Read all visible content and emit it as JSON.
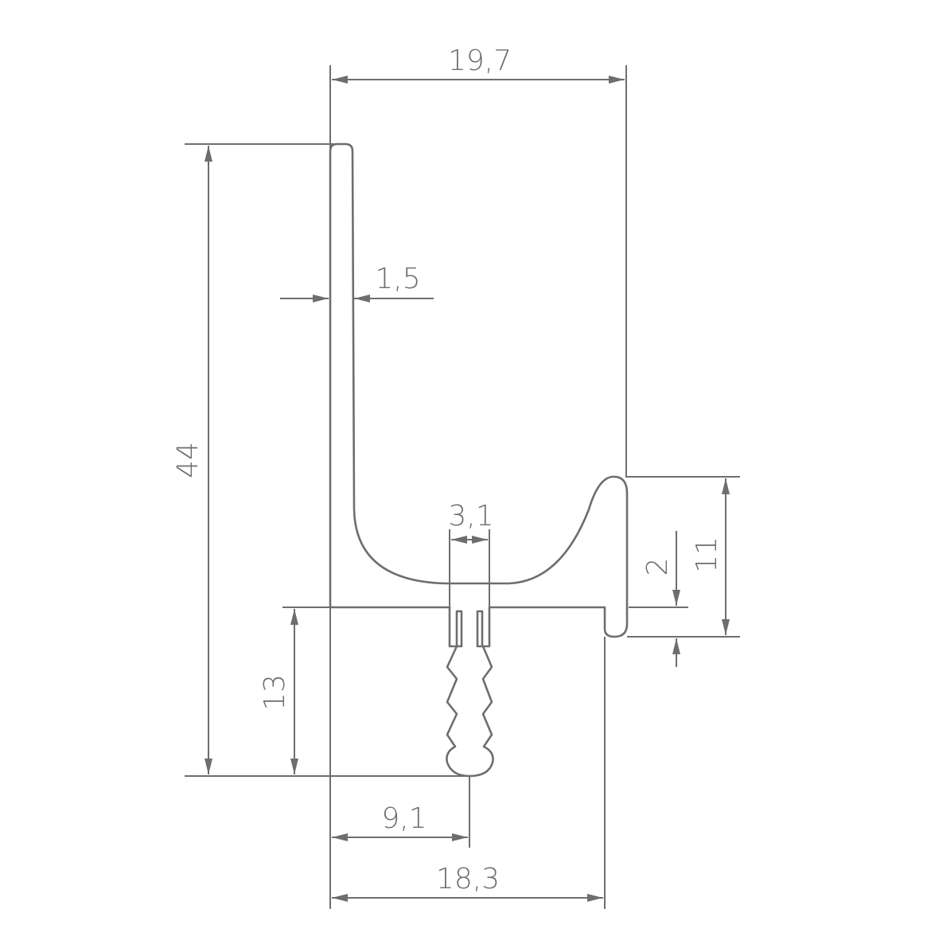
{
  "drawing": {
    "title": "",
    "colors": {
      "line": "#6e6e70",
      "background": "#ffffff"
    },
    "dimensions": {
      "total_width": "19,7",
      "wall_thickness": "1,5",
      "total_height": "44",
      "tab_width": "3,1",
      "lip_gap": "2",
      "lip_height": "11",
      "tab_height": "13",
      "tab_offset": "9,1",
      "base_width": "18,3"
    }
  }
}
